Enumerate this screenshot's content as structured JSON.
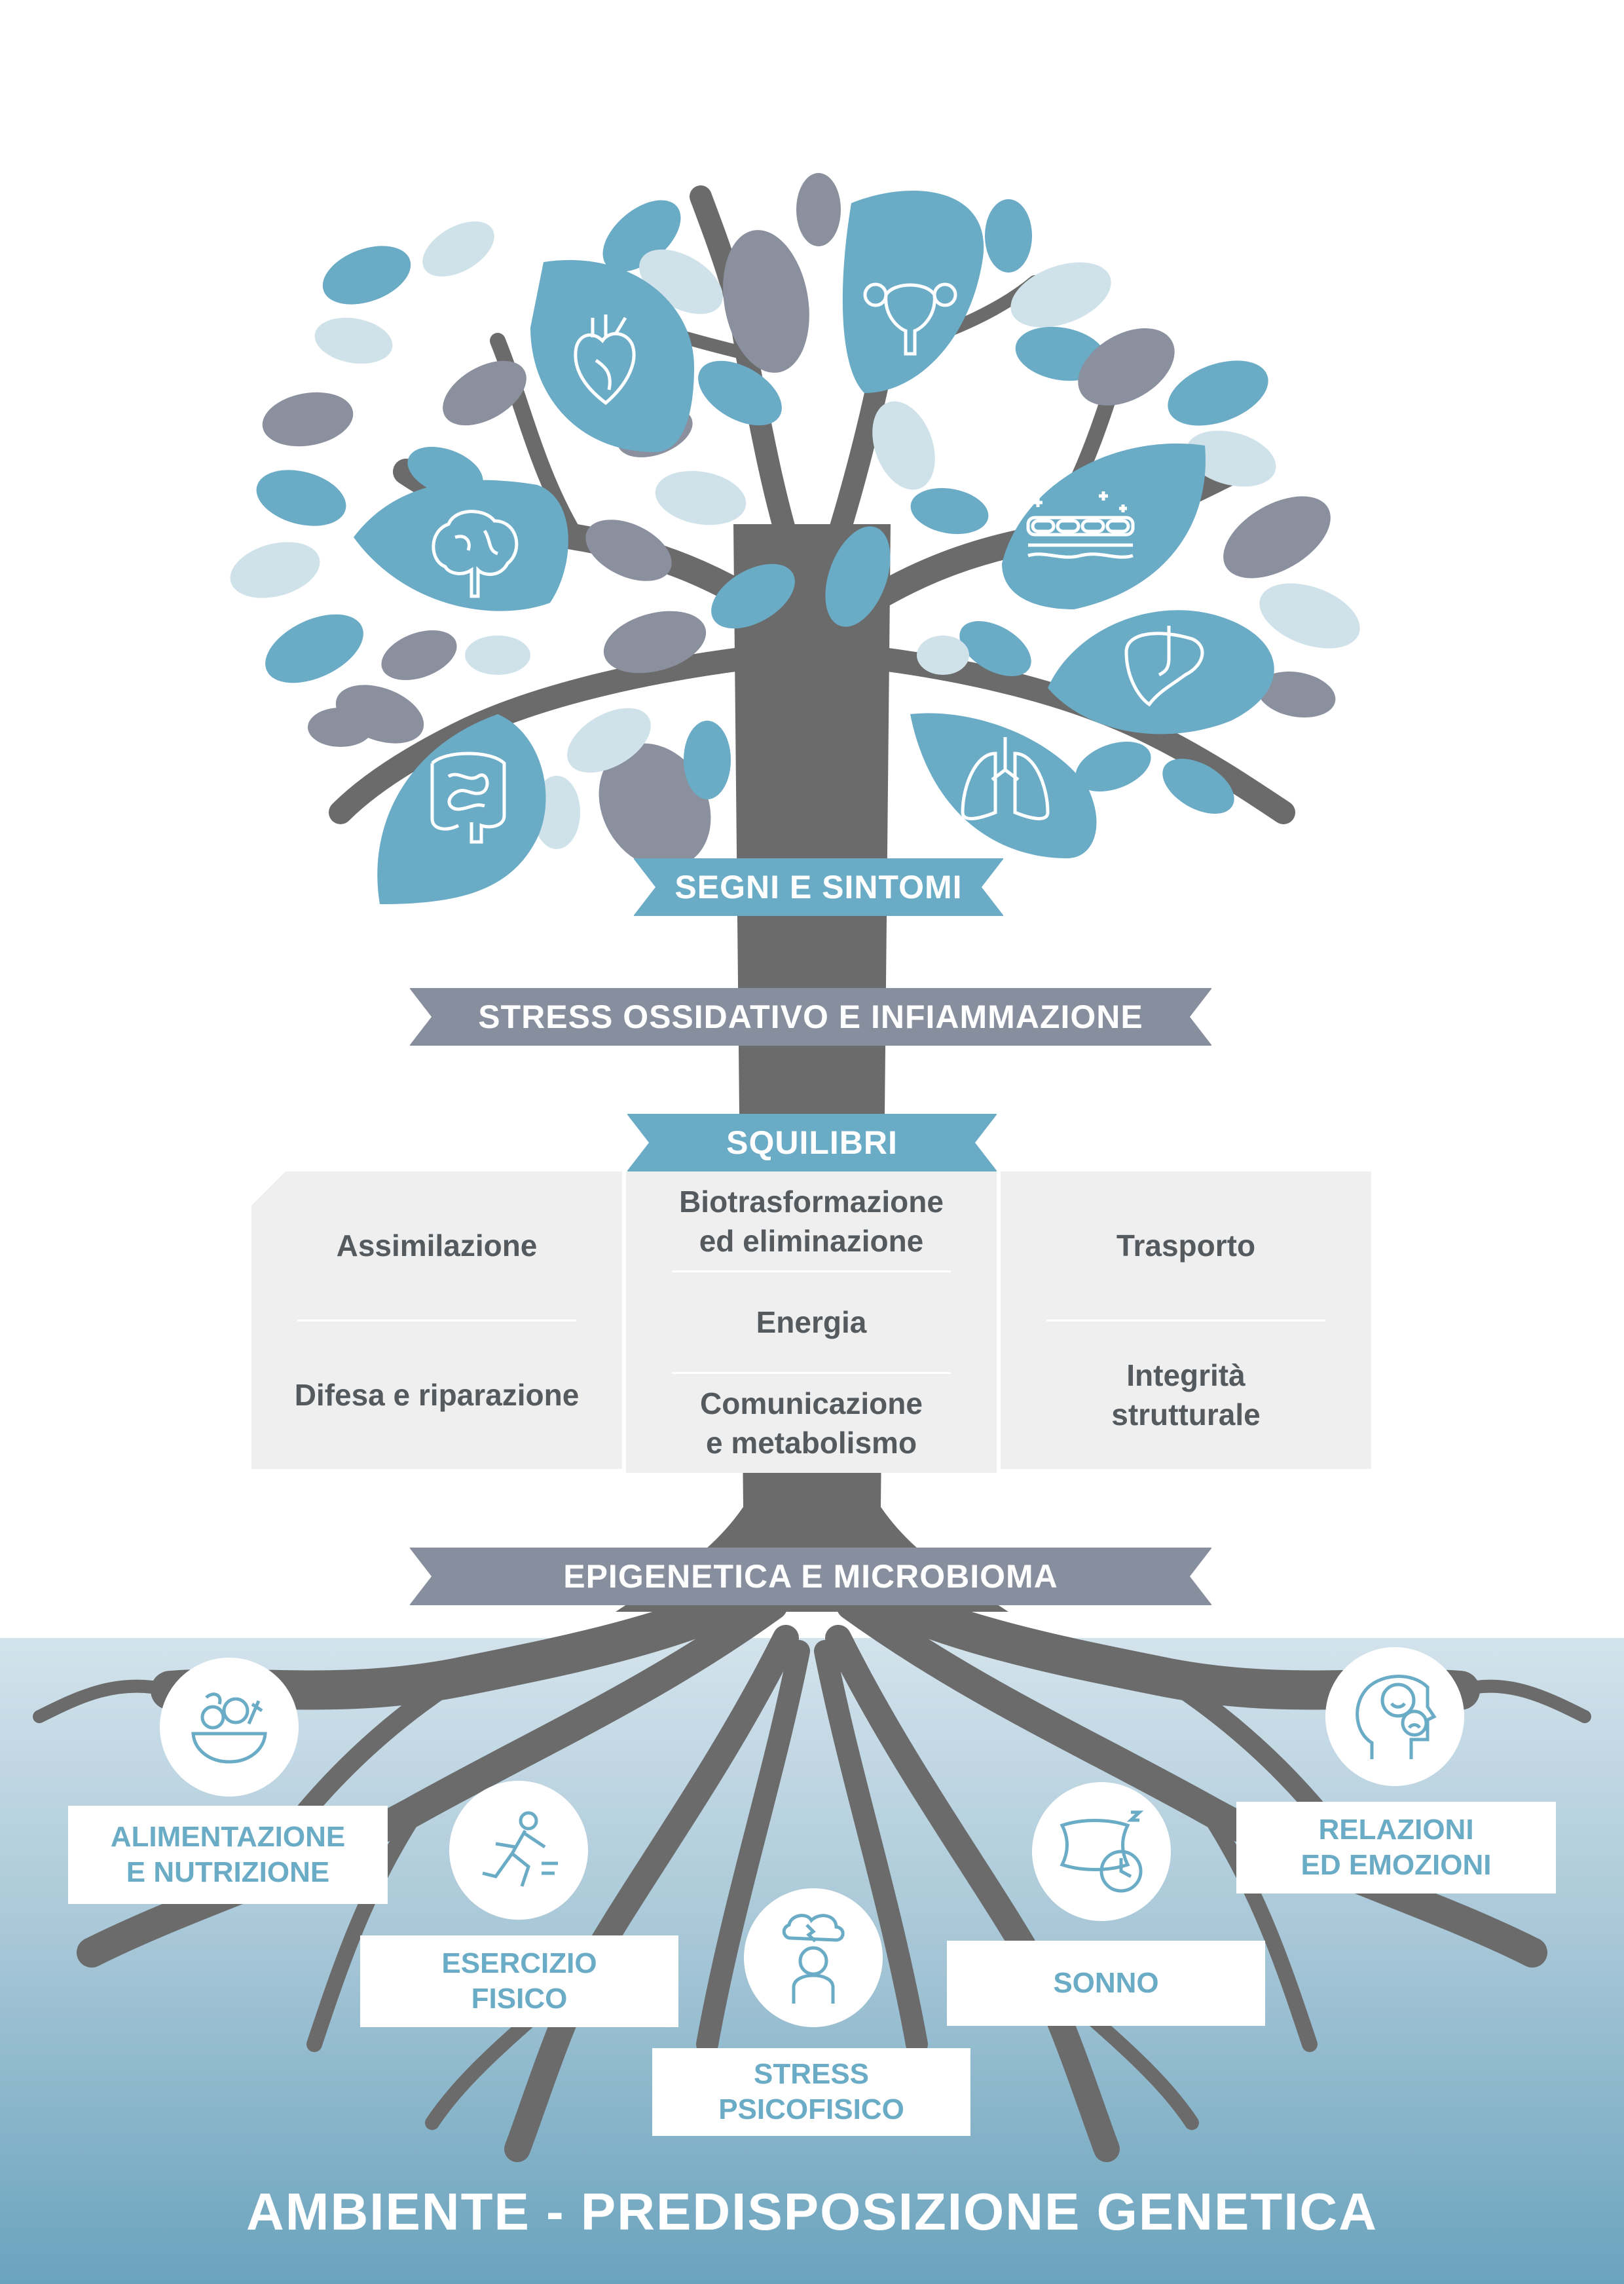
{
  "banners": {
    "segni": "SEGNI E SINTOMI",
    "stress": "STRESS OSSIDATIVO E INFIAMMAZIONE",
    "squilibri": "SQUILIBRI",
    "epigenetica": "EPIGENETICA E MICROBIOMA"
  },
  "squilibri": {
    "left": [
      "Assimilazione",
      "Difesa e riparazione"
    ],
    "middle": [
      "Biotrasformazione\ned eliminazione",
      "Energia",
      "Comunicazione\ne metabolismo"
    ],
    "right": [
      "Trasporto",
      "Integrità\nstrutturale"
    ]
  },
  "organs": [
    "heart-icon",
    "uterus-icon",
    "brain-icon",
    "skin-icon",
    "liver-icon",
    "intestine-icon",
    "lungs-icon"
  ],
  "factors": {
    "alimentazione": "ALIMENTAZIONE\nE NUTRIZIONE",
    "esercizio": "ESERCIZIO\nFISICO",
    "stress": "STRESS\nPSICOFISICO",
    "sonno": "SONNO",
    "relazioni": "RELAZIONI\nED EMOZIONI"
  },
  "footer": "AMBIENTE - PREDISPOSIZIONE GENETICA",
  "colors": {
    "leaf_blue": "#6aabc6",
    "leaf_light": "#cfe2ea",
    "leaf_grey": "#8a909e",
    "trunk": "#6b6b6b",
    "panel": "#efefef",
    "ground_top": "#d3e3ec",
    "ground_bottom": "#6aa3bd"
  }
}
